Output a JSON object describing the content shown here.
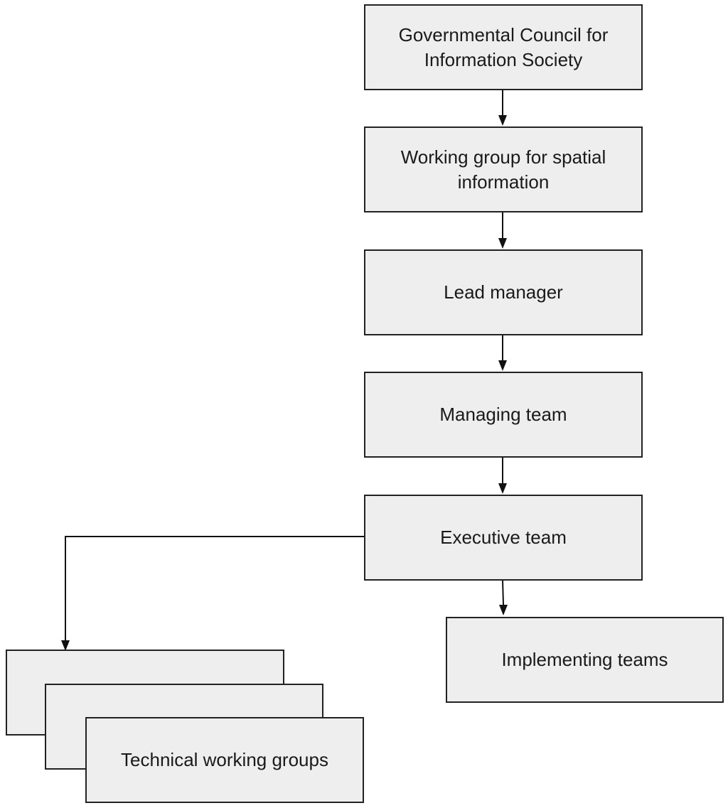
{
  "diagram": {
    "nodes": {
      "council": {
        "label": "Governmental Council for Information Society"
      },
      "working_group": {
        "label": "Working group for spatial information"
      },
      "lead_manager": {
        "label": "Lead manager"
      },
      "managing_team": {
        "label": "Managing team"
      },
      "executive_team": {
        "label": "Executive team"
      },
      "implementing_teams": {
        "label": "Implementing teams"
      },
      "technical_working_groups": {
        "label": "Technical working groups"
      }
    },
    "edges": [
      {
        "from": "council",
        "to": "working_group"
      },
      {
        "from": "working_group",
        "to": "lead_manager"
      },
      {
        "from": "lead_manager",
        "to": "managing_team"
      },
      {
        "from": "managing_team",
        "to": "executive_team"
      },
      {
        "from": "executive_team",
        "to": "implementing_teams"
      },
      {
        "from": "executive_team",
        "to": "technical_working_groups"
      }
    ],
    "colors": {
      "box_fill": "#eeeeee",
      "box_border": "#222222",
      "line": "#111111"
    }
  }
}
